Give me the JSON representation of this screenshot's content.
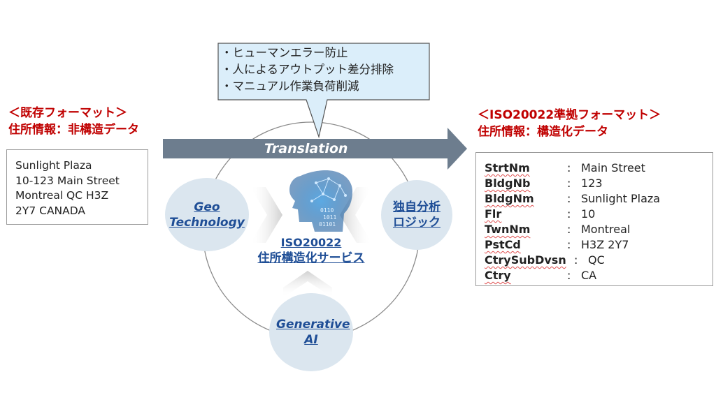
{
  "source": {
    "heading_line1": "＜既存フォーマット＞",
    "heading_line2": "住所情報：非構造データ",
    "address_lines": [
      "Sunlight Plaza",
      "10-123 Main Street",
      "Montreal QC H3Z",
      "2Y7 CANADA"
    ]
  },
  "callout": {
    "items": [
      "・ヒューマンエラー防止",
      "・人によるアウトプット差分排除",
      "・マニュアル作業負荷削減"
    ]
  },
  "arrow": {
    "label": "Translation"
  },
  "bubbles": {
    "geo": "Geo Technology",
    "logic": "独自分析 ロジック",
    "genai": "Generative AI"
  },
  "center": {
    "line1": "ISO20022",
    "line2": "住所構造化サービス",
    "icon": "ai-brain-icon"
  },
  "target": {
    "heading_line1": "＜ISO20022準拠フォーマット＞",
    "heading_line2": "住所情報：構造化データ",
    "fields": [
      {
        "key": "StrtNm",
        "sep": ":",
        "value": "Main Street"
      },
      {
        "key": "BldgNb",
        "sep": ":",
        "value": "123"
      },
      {
        "key": "BldgNm",
        "sep": ":",
        "value": "Sunlight Plaza"
      },
      {
        "key": "Flr",
        "sep": ":",
        "value": "10"
      },
      {
        "key": "TwnNm",
        "sep": ":",
        "value": "Montreal"
      },
      {
        "key": "PstCd",
        "sep": ":",
        "value": "H3Z 2Y7"
      },
      {
        "key": "CtrySubDvsn",
        "sep": ":",
        "value": "QC"
      },
      {
        "key": "Ctry",
        "sep": ":",
        "value": "CA"
      }
    ]
  },
  "colors": {
    "heading_red": "#c00000",
    "arrow_gray": "#6d7d8e",
    "bubble_fill": "#dbe6ef",
    "label_blue": "#1f4e96",
    "callout_fill": "#dbeefa"
  }
}
